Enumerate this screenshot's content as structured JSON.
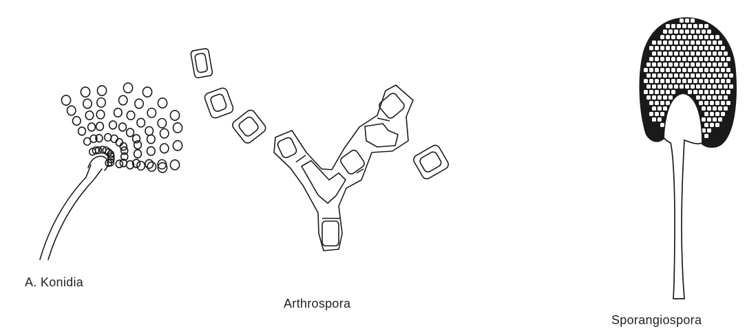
{
  "figure": {
    "captions": {
      "konidia": "A. Konidia",
      "arthrospora": "Arthrospora",
      "sporangiospora": "Sporangiospora"
    },
    "ink_color": "#1a1a1a",
    "background_color": "#ffffff"
  }
}
